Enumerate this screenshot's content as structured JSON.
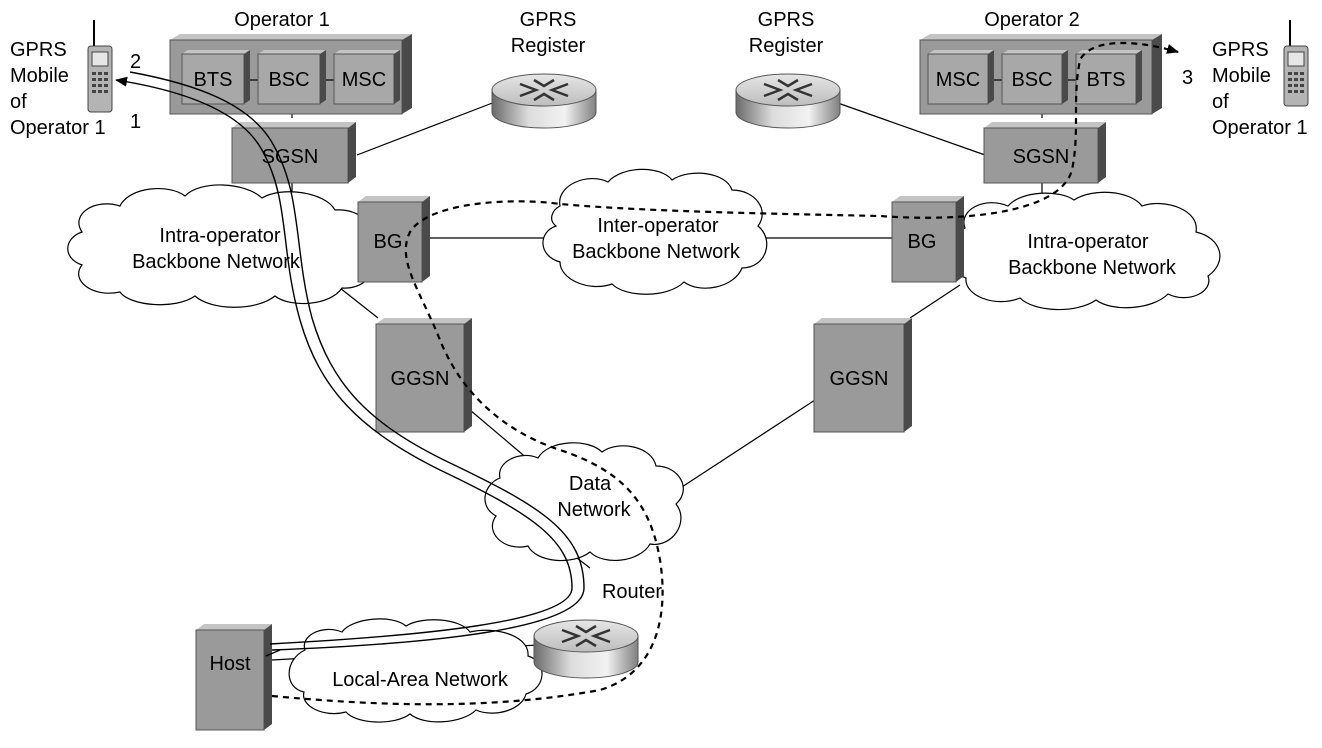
{
  "labels": {
    "operator1": "Operator 1",
    "operator2": "Operator 2",
    "register_left": [
      "GPRS",
      "Register"
    ],
    "register_right": [
      "GPRS",
      "Register"
    ],
    "mobile_left": [
      "GPRS",
      "Mobile",
      "of",
      "Operator 1"
    ],
    "mobile_right": [
      "GPRS",
      "Mobile",
      "of",
      "Operator 1"
    ],
    "step1": "1",
    "step2": "2",
    "step3": "3",
    "intra_left": [
      "Intra-operator",
      "Backbone Network"
    ],
    "inter": [
      "Inter-operator",
      "Backbone Network"
    ],
    "intra_right": [
      "Intra-operator",
      "Backbone Network"
    ],
    "data_network": [
      "Data",
      "Network"
    ],
    "lan": "Local-Area Network",
    "router": "Router"
  },
  "boxes": {
    "bts_left": "BTS",
    "bsc_left": "BSC",
    "msc_left": "MSC",
    "msc_right": "MSC",
    "bsc_right": "BSC",
    "bts_right": "BTS",
    "sgsn_left": "SGSN",
    "sgsn_right": "SGSN",
    "bg_left": "BG",
    "bg_right": "BG",
    "ggsn_left": "GGSN",
    "ggsn_right": "GGSN",
    "host": "Host"
  }
}
